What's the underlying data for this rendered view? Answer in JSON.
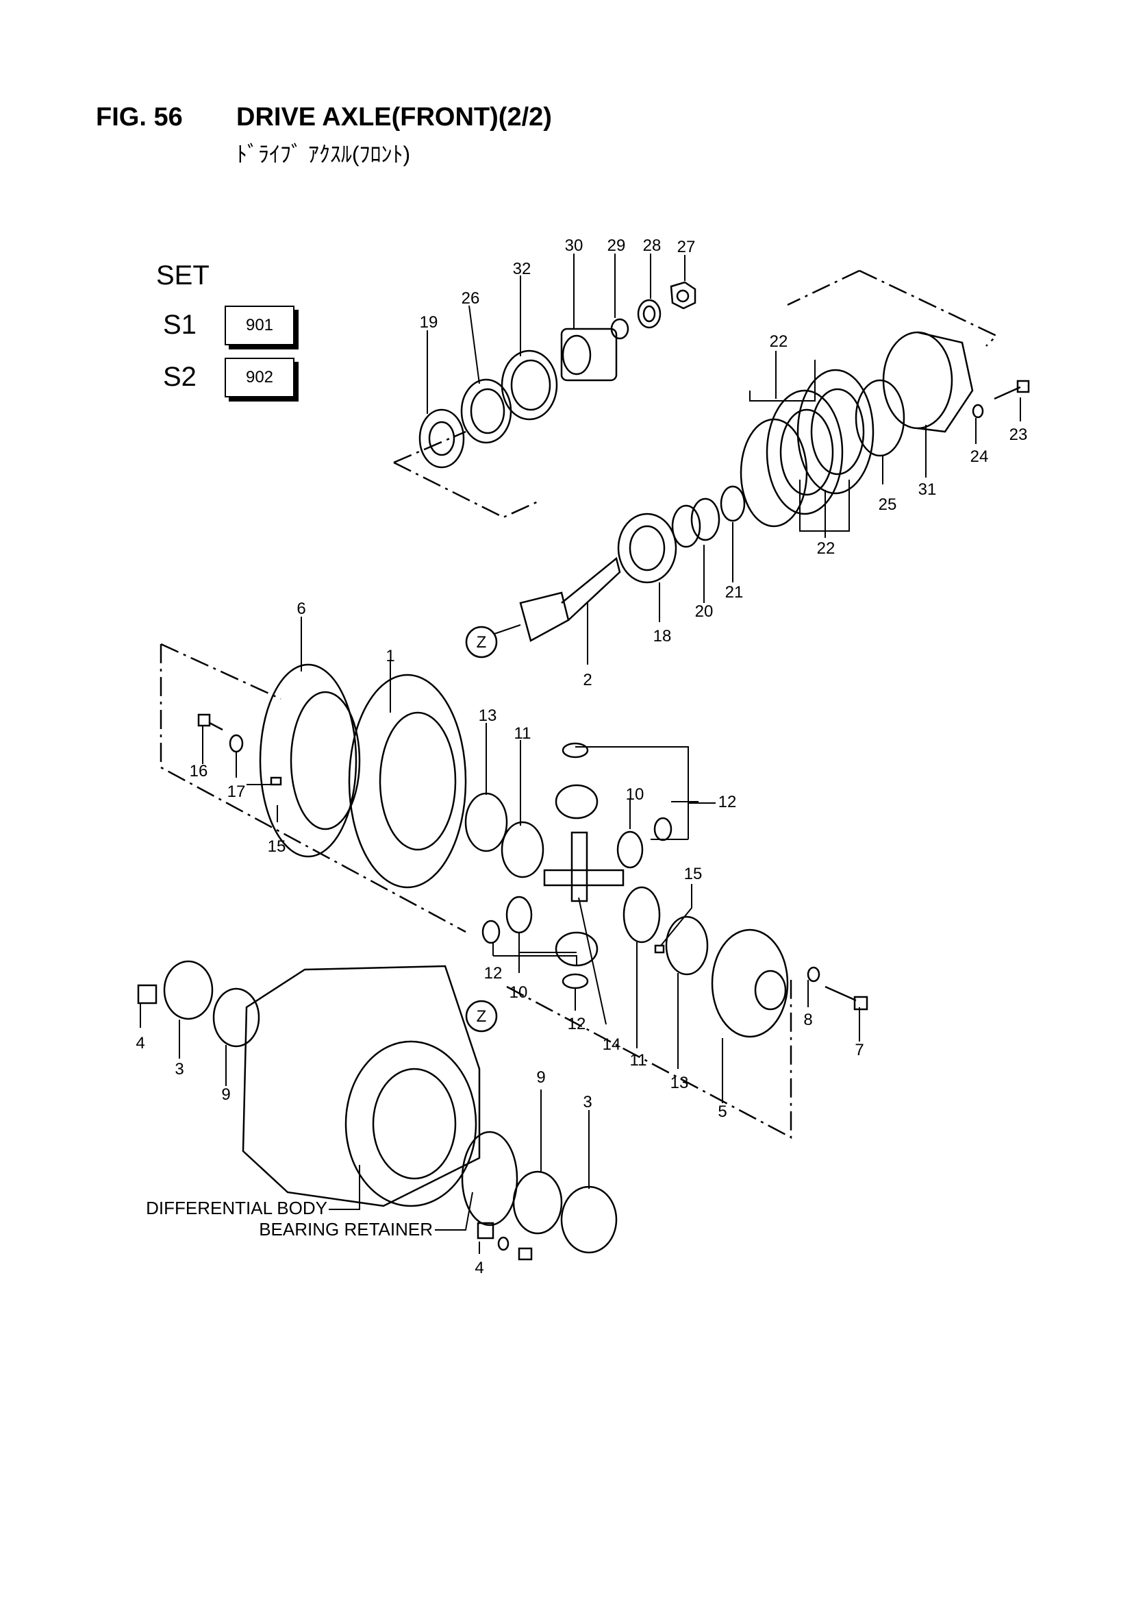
{
  "header": {
    "figure": "FIG. 56",
    "title": "DRIVE AXLE(FRONT)(2/2)",
    "subtitle": "ﾄﾞﾗｲﾌﾞ ｱｸｽﾙ(ﾌﾛﾝﾄ)"
  },
  "set_legend": {
    "title": "SET",
    "rows": [
      {
        "label": "S1",
        "code": "901"
      },
      {
        "label": "S2",
        "code": "902"
      }
    ]
  },
  "callouts": [
    "1",
    "2",
    "3",
    "3",
    "4",
    "4",
    "5",
    "6",
    "7",
    "8",
    "9",
    "9",
    "10",
    "10",
    "11",
    "11",
    "12",
    "12",
    "12",
    "12",
    "13",
    "13",
    "14",
    "15",
    "15",
    "16",
    "17",
    "18",
    "19",
    "20",
    "21",
    "22",
    "22",
    "23",
    "24",
    "25",
    "26",
    "27",
    "28",
    "29",
    "30",
    "31",
    "32"
  ],
  "reference_marks": [
    "Z",
    "Z"
  ],
  "named_parts": {
    "differential_body": "DIFFERENTIAL BODY",
    "bearing_retainer": "BEARING RETAINER"
  }
}
